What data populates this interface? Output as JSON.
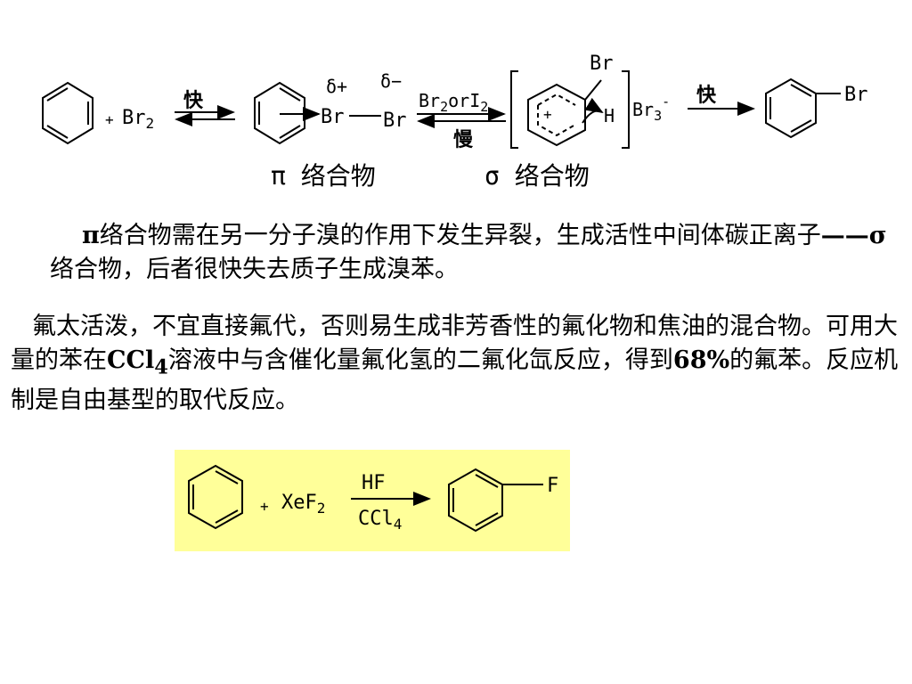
{
  "mechanism": {
    "plus1": "+",
    "br2": "Br",
    "br2_sub": "2",
    "fast_label_1": "快",
    "delta_plus": "δ+",
    "delta_minus": "δ−",
    "br_a": "Br",
    "br_b": "Br",
    "catalyst": "Br",
    "catalyst_sub1": "2",
    "catalyst_or": "or",
    "catalyst_i": "I",
    "catalyst_sub2": "2",
    "slow_label": "慢",
    "sigma_br": "Br",
    "sigma_h": "H",
    "sigma_plus": "+",
    "anion": "Br",
    "anion_sub": "3",
    "anion_charge": "-",
    "fast_label_2": "快",
    "product_br": "Br",
    "pi_complex_label": "π 络合物",
    "sigma_complex_label": "σ 络合物"
  },
  "paragraph1": {
    "pi": "π",
    "text1": "络合物需在另一分子溴的作用下发生异裂，生成活性中间体碳正离子",
    "dash": "——",
    "sigma": "σ",
    "text2": "络合物，后者很快失去质子生成溴苯。"
  },
  "paragraph2": {
    "text1": "氟太活泼，不宜直接氟代，否则易生成非芳香性的氟化物和焦油的混合物。可用大量的苯在",
    "ccl4_main": "CCl",
    "ccl4_sub": "4",
    "text2": "溶液中与含催化量氟化氢的二氟化氙反应，得到",
    "percent": "68%",
    "text3": "的氟苯。反应机制是自由基型的取代反应。"
  },
  "fluorination": {
    "plus": "+",
    "xef": "XeF",
    "xef_sub": "2",
    "above_arrow": "HF",
    "below_arrow": "CCl",
    "below_arrow_sub": "4",
    "product_f": "F"
  }
}
